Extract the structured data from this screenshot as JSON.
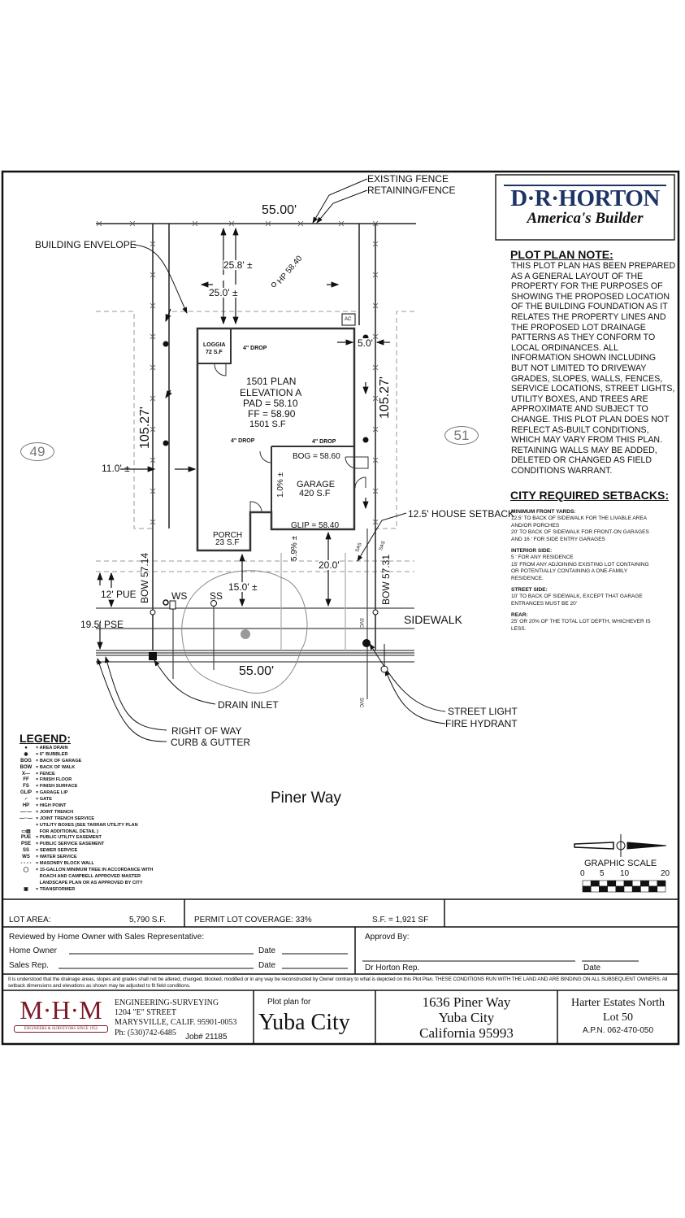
{
  "plan": {
    "existing_fence": "EXISTING FENCE",
    "retaining_fence": "RETAINING/FENCE",
    "rear_width": "55.00'",
    "front_width": "55.00'",
    "building_envelope": "BUILDING ENVELOPE",
    "rear_setback_1": "25.8' ±",
    "rear_setback_2": "25.0' ±",
    "high_point": "HP 58.40",
    "loggia": "LOGGIA",
    "loggia_area": "72 S.F",
    "drop_label": "4\" DROP",
    "house_plan": "1501 PLAN",
    "elevation": "ELEVATION A",
    "pad": "PAD = 58.10",
    "ff": "FF = 58.90",
    "house_area": "1501 S.F",
    "bog": "BOG = 58.60",
    "garage": "GARAGE",
    "garage_area": "420 S.F",
    "garage_slope": "1.0% ±",
    "glip": "GLIP = 58.40",
    "porch": "PORCH",
    "porch_area": "23 S.F",
    "side_setback_right": "5.0'",
    "lot_depth_left": "105.27'",
    "lot_depth_right": "105.27'",
    "side_setback_left": "11.0' ±",
    "lot_left": "49",
    "lot_right": "51",
    "driveway_slope": "5.9% ±",
    "garage_setback": "20.0'",
    "house_setback": "12.5' HOUSE SETBACK",
    "bow_left": "BOW 57.14",
    "bow_right": "BOW 57.31",
    "pue": "12' PUE",
    "pse": "19.5' PSE",
    "ws": "WS",
    "ss": "SS",
    "porch_setback": "15.0' ±",
    "sidewalk": "SIDEWALK",
    "drain_inlet": "DRAIN INLET",
    "street_light": "STREET LIGHT",
    "fire_hydrant": "FIRE HYDRANT",
    "right_of_way": "RIGHT OF WAY",
    "curb_gutter": "CURB & GUTTER",
    "street_name": "Piner Way",
    "ac": "AC",
    "svc": "SVC",
    "sas": "SAS"
  },
  "logo": {
    "brand": "D·R·HORTON",
    "tagline": "America's Builder",
    "brand_color": "#1f3466"
  },
  "plot_note": {
    "title": "PLOT PLAN NOTE:",
    "lines": [
      "THIS PLOT PLAN HAS BEEN PREPARED",
      "AS A GENERAL LAYOUT OF THE",
      "PROPERTY FOR THE PURPOSES OF",
      "SHOWING THE PROPOSED LOCATION",
      "OF THE BUILDING FOUNDATION AS IT",
      "RELATES THE PROPERTY LINES AND",
      "THE PROPOSED LOT DRAINAGE",
      "PATTERNS AS THEY CONFORM TO",
      "LOCAL ORDINANCES. ALL",
      "INFORMATION SHOWN INCLUDING",
      "BUT NOT LIMITED TO DRIVEWAY",
      "GRADES, SLOPES, WALLS, FENCES,",
      "SERVICE LOCATIONS, STREET LIGHTS,",
      "UTILITY BOXES, AND TREES ARE",
      "APPROXIMATE AND SUBJECT TO",
      "CHANGE. THIS PLOT PLAN DOES NOT",
      "REFLECT AS-BUILT CONDITIONS,",
      "WHICH MAY VARY FROM THIS PLAN.",
      "RETAINING WALLS MAY BE ADDED,",
      "DELETED OR CHANGED AS FIELD",
      "CONDITIONS WARRANT."
    ]
  },
  "setbacks": {
    "title": "CITY REQUIRED SETBACKS:",
    "sections": [
      {
        "heading": "MINIMUM FRONT YARDS:",
        "lines": [
          "12.5' TO BACK OF SIDEWALK FOR THE LIVABLE AREA",
          "AND/OR PORCHES",
          "20' TO BACK OF SIDEWALK FOR FRONT-ON GARAGES",
          "AND 16 ' FOR SIDE ENTRY GARAGES"
        ]
      },
      {
        "heading": "INTERIOR SIDE:",
        "lines": [
          "5 ' FOR ANY RESIDENCE",
          "15' FROM ANY ADJOINING EXISTING LOT CONTAINING",
          "OR POTENTIALLY CONTAINING A ONE-FAMILY",
          "RESIDENCE."
        ]
      },
      {
        "heading": "STREET SIDE:",
        "lines": [
          "10' TO BACK OF SIDEWALK, EXCEPT THAT GARAGE",
          "ENTRANCES MUST BE 20'"
        ]
      },
      {
        "heading": "REAR:",
        "lines": [
          "25' OR 20% OF THE TOTAL LOT DEPTH, WHICHEVER IS",
          "LESS."
        ]
      }
    ]
  },
  "legend": {
    "title": "LEGEND:",
    "items": [
      {
        "symbol": "●",
        "text": "= AREA DRAIN"
      },
      {
        "symbol": "◉",
        "text": "= 6\" BUBBLER"
      },
      {
        "symbol": "BOG",
        "text": "= BACK OF GARAGE"
      },
      {
        "symbol": "BOW",
        "text": "= BACK OF WALK"
      },
      {
        "symbol": "X—",
        "text": "= FENCE"
      },
      {
        "symbol": "FF",
        "text": "= FINISH FLOOR"
      },
      {
        "symbol": "FS",
        "text": "= FINISH SURFACE"
      },
      {
        "symbol": "GLIP",
        "text": "= GARAGE LIP"
      },
      {
        "symbol": "◜",
        "text": "= GATE"
      },
      {
        "symbol": "HP",
        "text": "= HIGH POINT"
      },
      {
        "symbol": "—·—",
        "text": "= JOINT TRENCH"
      },
      {
        "symbol": "—··—",
        "text": "= JOINT TRENCH SERVICE"
      },
      {
        "symbol": "",
        "text": "= UTILITY BOXES (SEE TARRAR UTILITY PLAN"
      },
      {
        "symbol": "▭▤",
        "text": "   FOR ADDITIONAL DETAIL )"
      },
      {
        "symbol": "PUE",
        "text": "= PUBLIC UTILITY EASEMENT"
      },
      {
        "symbol": "PSE",
        "text": "= PUBLIC SERVICE EASEMENT"
      },
      {
        "symbol": "SS",
        "text": "= SEWER SERVICE"
      },
      {
        "symbol": "WS",
        "text": "= WATER SERVICE"
      },
      {
        "symbol": "- - - -",
        "text": "= MASONRY BLOCK WALL"
      },
      {
        "symbol": "◯",
        "text": "= 15-GALLON MINIMUM TREE IN ACCORDANCE WITH"
      },
      {
        "symbol": "",
        "text": "   ROACH AND CAMPBELL APPROVED MASTER"
      },
      {
        "symbol": "",
        "text": "   LANDSCAPE PLAN OR AS APPROVED BY CITY"
      },
      {
        "symbol": "▣",
        "text": "= TRANSFORMER"
      }
    ]
  },
  "scale": {
    "label": "GRAPHIC SCALE",
    "ticks": [
      "0",
      "5",
      "10",
      "20"
    ]
  },
  "summary": {
    "lot_area_label": "LOT AREA:",
    "lot_area_value": "5,790 S.F.",
    "coverage": "PERMIT LOT COVERAGE: 33%",
    "sf": "S.F. = 1,921 SF"
  },
  "signoff": {
    "reviewed": "Reviewed by Home Owner with Sales Representative:",
    "home_owner": "Home Owner",
    "sales_rep": "Sales Rep.",
    "date": "Date",
    "approved_by": "Approvd By:",
    "dr_horton_rep": "Dr Horton Rep."
  },
  "disclaimer": "It is understood that the drainage areas, slopes and grades shall not be altered, changed, blocked, modified or in any way be reconstructed by Owner contrary to what is depicted on this Plot Plan.  THESE CONDITIONS RUN WITH THE LAND AND ARE BINDING ON ALL SUBSEQUENT OWNERS.  All setback dimensions and elevations as shown may be adjusted to fit field conditions.",
  "title_block": {
    "firm_logo": "M·H·M",
    "firm_badge": "ENGINEERS & SURVEYORS SINCE 1952",
    "firm_color": "#7a1a2a",
    "firm_lines": [
      "ENGINEERING-SURVEYING",
      "1204 \"E\" STREET",
      "MARYSVILLE, CALIF. 95901-0053",
      "Ph: (530)742-6485"
    ],
    "job": "Job# 21185",
    "plot_plan_for": "Plot plan for",
    "city": "Yuba City",
    "address_lines": [
      "1636 Piner Way",
      "Yuba City",
      "California 95993"
    ],
    "subdivision": "Harter Estates North",
    "lot": "Lot 50",
    "apn": "A.P.N. 062-470-050"
  }
}
